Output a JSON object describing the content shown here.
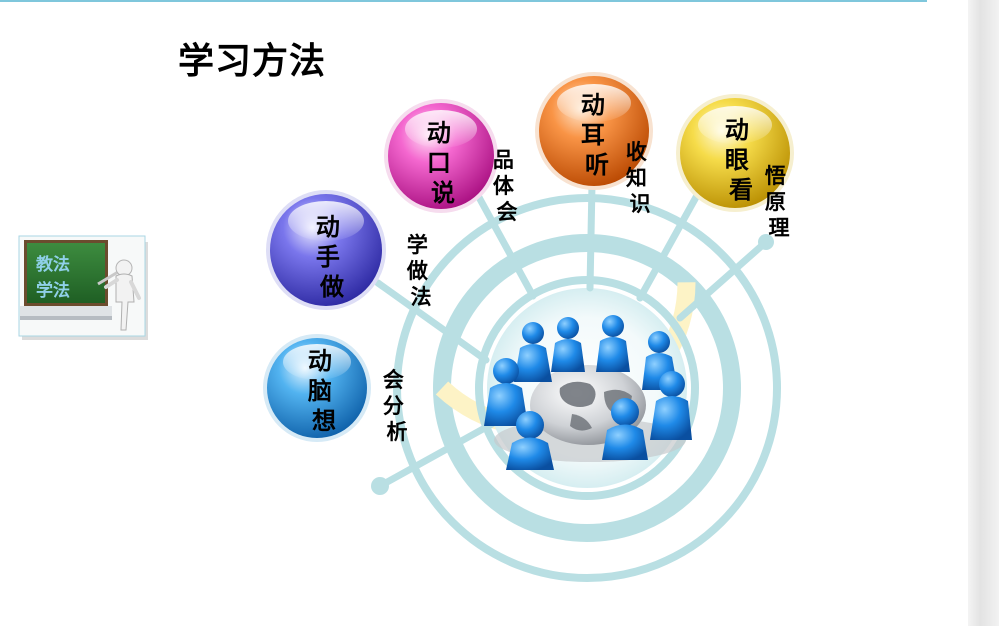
{
  "title": "学习方法",
  "thumbnail": {
    "lines": [
      "教法",
      "学法"
    ]
  },
  "methods": [
    {
      "label": "动脑想",
      "note": "会分析"
    },
    {
      "label": "动手做",
      "note": "学做法"
    },
    {
      "label": "动口说",
      "note": "品体会"
    },
    {
      "label": "动耳听",
      "note": "收知识"
    },
    {
      "label": "动眼看",
      "note": "悟原理"
    }
  ],
  "colors": {
    "ring": "#b9dfe3",
    "highlight": "#fdf3c6",
    "bubble_think": "#1e88d8",
    "bubble_do": "#4a46c8",
    "bubble_speak": "#e12fb0",
    "bubble_listen": "#ef6e12",
    "bubble_see": "#ecc20c"
  },
  "icons": {
    "center": "people-around-globe-icon",
    "thumbnail": "teacher-at-blackboard-icon"
  }
}
